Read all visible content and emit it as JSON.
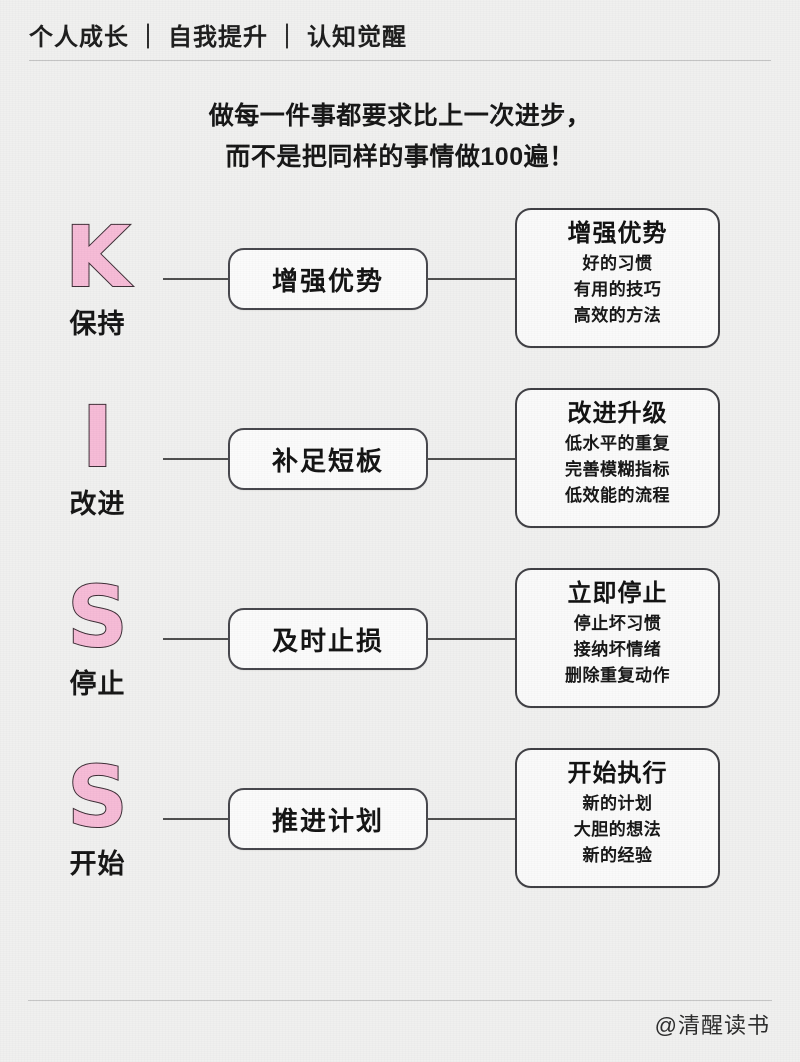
{
  "header": {
    "title": "个人成长 ｜ 自我提升 ｜ 认知觉醒"
  },
  "subtitle": {
    "line1": "做每一件事都要求比上一次进步，",
    "line2": "而不是把同样的事情做100遍！"
  },
  "theme": {
    "background": "#f0f0ef",
    "letter_fill": "#f6bad6",
    "letter_outline": "#3a2b33",
    "box_border": "#45454b",
    "box_fill": "#fbfbfb",
    "text": "#111111"
  },
  "rows": [
    {
      "letter": "K",
      "letter_label": "保持",
      "action": "增强优势",
      "card": {
        "title": "增强优势",
        "items": [
          "好的习惯",
          "有用的技巧",
          "高效的方法"
        ]
      }
    },
    {
      "letter": "I",
      "letter_label": "改进",
      "action": "补足短板",
      "card": {
        "title": "改进升级",
        "items": [
          "低水平的重复",
          "完善模糊指标",
          "低效能的流程"
        ]
      }
    },
    {
      "letter": "S",
      "letter_label": "停止",
      "action": "及时止损",
      "card": {
        "title": "立即停止",
        "items": [
          "停止坏习惯",
          "接纳坏情绪",
          "删除重复动作"
        ]
      }
    },
    {
      "letter": "S",
      "letter_label": "开始",
      "action": "推进计划",
      "card": {
        "title": "开始执行",
        "items": [
          "新的计划",
          "大胆的想法",
          "新的经验"
        ]
      }
    }
  ],
  "footer": {
    "handle": "@清醒读书"
  }
}
